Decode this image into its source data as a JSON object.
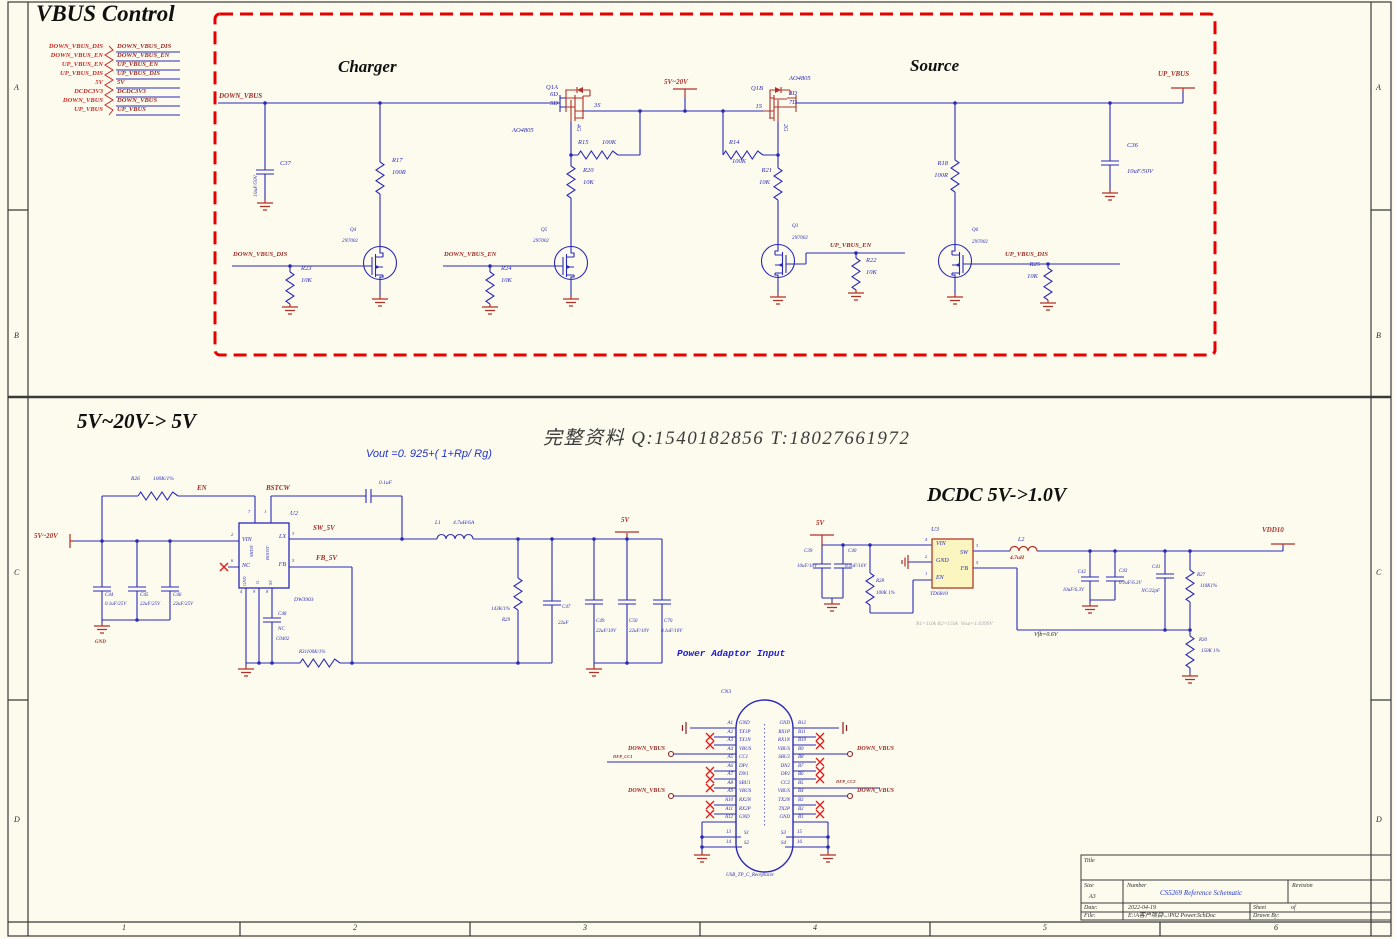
{
  "colors": {
    "wire": "#2a2ab8",
    "symbol_red": "#b03028",
    "net_label": "#9e2b24",
    "dashed_box": "#e60000",
    "ic_fill": "#fbf5c0",
    "background": "#fcfbee"
  },
  "frame": {
    "zones": [
      "A",
      "B",
      "C",
      "D"
    ],
    "columns": [
      "1",
      "2",
      "3",
      "4",
      "5",
      "6"
    ]
  },
  "vbus": {
    "title": "VBUS Control",
    "charger": "Charger",
    "source": "Source",
    "ports": [
      "DOWN_VBUS_DIS",
      "DOWN_VBUS_EN",
      "UP_VBUS_EN",
      "UP_VBUS_DIS",
      "5V",
      "DCDC3V3",
      "DOWN_VBUS",
      "UP_VBUS"
    ],
    "nets": {
      "down_vbus": "DOWN_VBUS",
      "v5_20": "5V~20V",
      "up_vbus": "UP_VBUS",
      "down_vbus_dis": "DOWN_VBUS_DIS",
      "down_vbus_en": "DOWN_VBUS_EN",
      "up_vbus_en": "UP_VBUS_EN",
      "up_vbus_dis": "UP_VBUS_DIS"
    },
    "q1a": {
      "ref": "Q1A",
      "part": "AO4805",
      "pd1": "6D",
      "pd2": "5D",
      "ps": "3S",
      "pg": "4G"
    },
    "q1b": {
      "ref": "Q1B",
      "part": "AO4805",
      "ps": "1S",
      "pd1": "8D",
      "pd2": "7D",
      "pg": "2G"
    },
    "r14": {
      "r": "R14",
      "v": "100K"
    },
    "r15": {
      "r": "R15",
      "v": "100K"
    },
    "r17": {
      "r": "R17",
      "v": "100R"
    },
    "r18": {
      "r": "R18",
      "v": "100R"
    },
    "r20": {
      "r": "R20",
      "v": "10K"
    },
    "r21": {
      "r": "R21",
      "v": "10K"
    },
    "r22": {
      "r": "R22",
      "v": "10K"
    },
    "r23": {
      "r": "R23",
      "v": "10K"
    },
    "r24": {
      "r": "R24",
      "v": "10K"
    },
    "r25": {
      "r": "R25",
      "v": "10K"
    },
    "c36": {
      "r": "C36",
      "v": "10uF/50V"
    },
    "c37": {
      "r": "C37",
      "v": "10uF/50V"
    },
    "q3": {
      "r": "Q3",
      "p": "2N7002"
    },
    "q4": {
      "r": "Q4",
      "p": "2N7002"
    },
    "q5": {
      "r": "Q5",
      "p": "2N7002"
    },
    "q6": {
      "r": "Q6",
      "p": "2N7002"
    }
  },
  "buck": {
    "title": "5V~20V-> 5V",
    "formula": "Vout =0. 925+( 1+Rp/ Rg)",
    "in": "5V~20V",
    "en": "EN",
    "bstcw": "BSTCW",
    "sw": "SW_5V",
    "fb": "FB_5V",
    "out": "5V",
    "gnd": "GND",
    "u2": {
      "ref": "U2",
      "part": "DW3903",
      "vin": "VIN",
      "shdn": "SHDN",
      "boost": "BOOST",
      "lx": "LX",
      "nc": "NC",
      "fb": "FB",
      "gnd": "GND",
      "g": "G",
      "ss": "SS",
      "n_vin": "2",
      "n_shdn": "7",
      "n_boost": "1",
      "n_lx": "3",
      "n_nc": "6",
      "n_fb": "5",
      "n_gnd": "4",
      "n_g": "9",
      "n_ss": "8"
    },
    "r26": {
      "r": "R26",
      "v": "100K/1%"
    },
    "cboot": "0.1uF",
    "c44": {
      "r": "C44",
      "v": "0.1uF/25V"
    },
    "c45": {
      "r": "C45",
      "v": "22uF/25V"
    },
    "c46": {
      "r": "C46",
      "v": "22uF/25V"
    },
    "c48": {
      "r": "C48",
      "v": "NC",
      "fp": "C0402"
    },
    "r31": "R31100K/1%",
    "l1": {
      "r": "L1",
      "v": "4.7uH/6A"
    },
    "r29": {
      "r": "R29",
      "v": "143K/1%"
    },
    "c47": {
      "r": "C47",
      "v": "22uF"
    },
    "c49": {
      "r": "C49",
      "v": "22uF/10V"
    },
    "c50": {
      "r": "C50",
      "v": "22uF/10V"
    },
    "c70": {
      "r": "C70",
      "v": "0.1uF/10V"
    },
    "power_adaptor": "Power Adaptor Input"
  },
  "dcdc": {
    "title": "DCDC 5V->1.0V",
    "in": "5V",
    "out": "VDD10",
    "vfb": "Vfb=0.6V",
    "note": "R1=110k R2=150k  Vout=1.0399V",
    "u3": {
      "ref": "U3",
      "part": "TD6810",
      "vin": "VIN",
      "sw": "SW",
      "gnd": "GND",
      "fb": "FB",
      "en": "EN",
      "n_vin": "4",
      "n_gnd": "2",
      "n_en": "1",
      "n_sw": "3",
      "n_fb": "5"
    },
    "c39": {
      "r": "C39",
      "v": "10uF/16V"
    },
    "c40": {
      "r": "C40",
      "v": "0.1uF/16V"
    },
    "r28": {
      "r": "R28",
      "v": "100K 1%"
    },
    "l2": {
      "r": "L2",
      "v": "4.7uH"
    },
    "c41": {
      "r": "C41",
      "v": "NC/22pF"
    },
    "c42": {
      "r": "C42",
      "v": "10uF/6.3V"
    },
    "c43": {
      "r": "C43",
      "v": "0.1uF/6.3V"
    },
    "r27": {
      "r": "R27",
      "v": "110K1%"
    },
    "r30": {
      "r": "R30",
      "v": "150K 1%"
    }
  },
  "usb": {
    "ref": "CN3",
    "part": "USB_TP_C_Receptacle",
    "rows": [
      {
        "a": "A1",
        "l": "GND",
        "r": "GND",
        "b": "B12"
      },
      {
        "a": "A2",
        "l": "TX1P",
        "r": "RX1P",
        "b": "B11"
      },
      {
        "a": "A3",
        "l": "TX1N",
        "r": "RX1N",
        "b": "B10"
      },
      {
        "a": "A4",
        "l": "VBUS",
        "r": "VBUS",
        "b": "B9"
      },
      {
        "a": "A5",
        "l": "CC1",
        "r": "SBU2",
        "b": "B8"
      },
      {
        "a": "A6",
        "l": "DP1",
        "r": "DN2",
        "b": "B7"
      },
      {
        "a": "A7",
        "l": "DN1",
        "r": "DP2",
        "b": "B6"
      },
      {
        "a": "A8",
        "l": "SBU1",
        "r": "CC2",
        "b": "B5"
      },
      {
        "a": "A9",
        "l": "VBUS",
        "r": "VBUS",
        "b": "B4"
      },
      {
        "a": "A10",
        "l": "RX2N",
        "r": "TX2N",
        "b": "B3"
      },
      {
        "a": "A11",
        "l": "RX2P",
        "r": "TX2P",
        "b": "B2"
      },
      {
        "a": "A12",
        "l": "GND",
        "r": "GND",
        "b": "B1"
      }
    ],
    "shell": {
      "n13": "13",
      "n14": "14",
      "n15": "15",
      "n16": "16",
      "s1": "S1",
      "s2": "S2",
      "s3": "S3",
      "s4": "S4"
    },
    "down_vbus": "DOWN_VBUS",
    "dfp_cc1": "DFP_CC1",
    "dfp_cc2": "DFP_CC2"
  },
  "watermark": "完整资料 Q:1540182856 T:18027661972",
  "titleblock": {
    "title": "Title",
    "size_label": "Size",
    "size": "A3",
    "number_label": "Number",
    "number": "CS5269 Reference Schematic",
    "revision": "Revision",
    "date_label": "Date:",
    "date": "2022-04-19",
    "sheet": "Sheet",
    "of": "of",
    "file_label": "File:",
    "file": "E:\\A客户项目\\..\\P02 Power.SchDoc",
    "drawn_by": "Drawn By:"
  }
}
